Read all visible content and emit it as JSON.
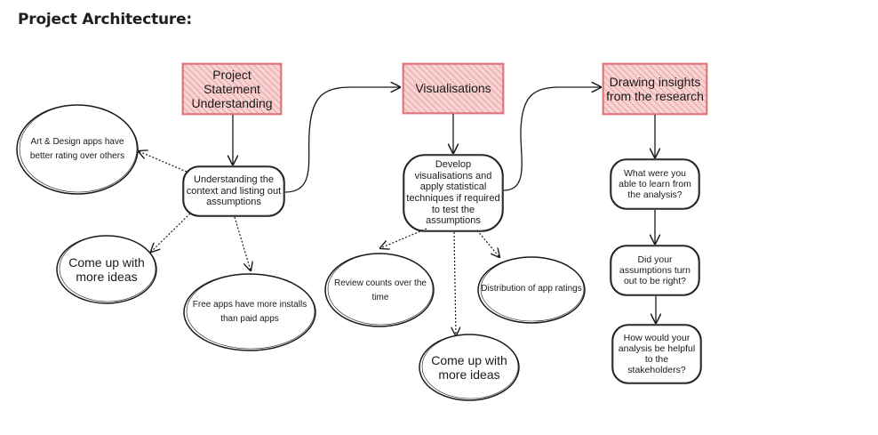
{
  "page": {
    "title": "Project Architecture:"
  },
  "headers": [
    {
      "id": "project-statement",
      "text": "Project\nStatement\nUnderstanding"
    },
    {
      "id": "visualisations",
      "text": "Visualisations"
    },
    {
      "id": "drawing-insights",
      "text": "Drawing insights\nfrom the research"
    }
  ],
  "process_nodes": [
    {
      "id": "understanding-context",
      "text": "Understanding the\ncontext and listing out\nassumptions"
    },
    {
      "id": "develop-visualisations",
      "text": "Develop\nvisualisations and\napply statistical\ntechniques if required\nto test the\nassumptions"
    },
    {
      "id": "learn-from-analysis",
      "text": "What were you\nable to learn from\nthe analysis?"
    },
    {
      "id": "assumptions-right",
      "text": "Did your\nassumptions turn\nout to be right?"
    },
    {
      "id": "helpful-to-stakeholders",
      "text": "How would your\nanalysis be helpful\nto the\nstakeholders?"
    }
  ],
  "assumption_nodes": [
    {
      "id": "art-design-apps",
      "text": "Art & Design apps have\nbetter rating over others"
    },
    {
      "id": "come-up-ideas-1",
      "text": "Come up with\nmore ideas"
    },
    {
      "id": "free-apps",
      "text": "Free apps have more installs\nthan paid apps"
    },
    {
      "id": "review-counts",
      "text": "Review counts over the\ntime"
    },
    {
      "id": "distribution-ratings",
      "text": "Distribution of app ratings"
    },
    {
      "id": "come-up-ideas-2",
      "text": "Come up with\nmore ideas"
    }
  ],
  "colors": {
    "header_fill": "#f7d3d3",
    "header_hatch": "#e58a8a",
    "header_border": "#d9646b",
    "stroke": "#1a1a1a",
    "background": "#ffffff"
  },
  "icons": {
    "solid_arrow": "arrow-solid-icon",
    "dotted_arrow": "arrow-dotted-icon"
  }
}
